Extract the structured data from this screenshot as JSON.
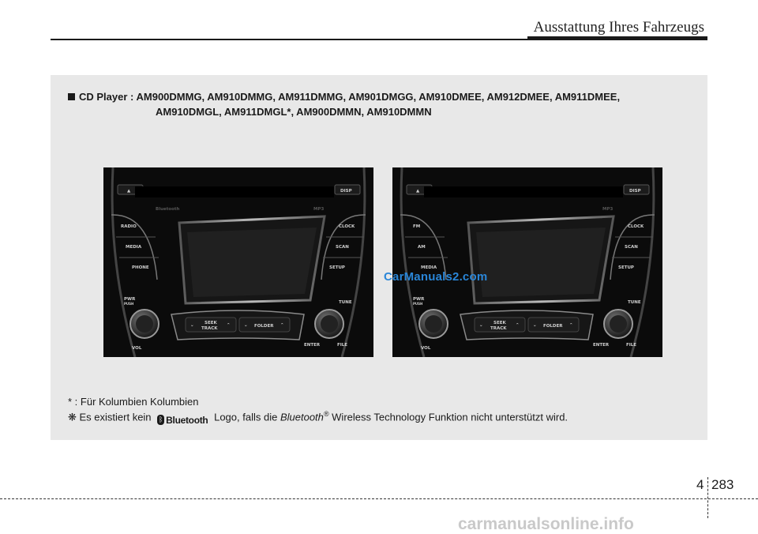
{
  "header": {
    "title": "Ausstattung Ihres Fahrzeugs"
  },
  "section": {
    "title_line1": "CD Player : AM900DMMG, AM910DMMG, AM911DMMG, AM901DMGG, AM910DMEE, AM912DMEE, AM911DMEE,",
    "title_line2": "AM910DMGL, AM911DMGL*, AM900DMMN, AM910DMMN"
  },
  "unit_left": {
    "buttons": {
      "eject": "▲",
      "disp": "DISP",
      "btn1": "RADIO",
      "btn2": "MEDIA",
      "btn3": "PHONE",
      "clock": "CLOCK",
      "scan": "SCAN",
      "setup": "SETUP",
      "pwr": "PWR",
      "push": "PUSH",
      "vol": "VOL",
      "tune": "TUNE",
      "enter": "ENTER",
      "file": "FILE",
      "seek": "SEEK",
      "track": "TRACK",
      "folder": "FOLDER",
      "bluetooth": "Bluetooth",
      "mp3": "MP3"
    }
  },
  "unit_right": {
    "buttons": {
      "eject": "▲",
      "disp": "DISP",
      "btn1": "FM",
      "btn2": "AM",
      "btn3": "MEDIA",
      "clock": "CLOCK",
      "scan": "SCAN",
      "setup": "SETUP",
      "pwr": "PWR",
      "push": "PUSH",
      "vol": "VOL",
      "tune": "TUNE",
      "enter": "ENTER",
      "file": "FILE",
      "seek": "SEEK",
      "track": "TRACK",
      "folder": "FOLDER",
      "mp3": "MP3"
    }
  },
  "watermark": "CarManuals2.com",
  "notes": {
    "footnote": "* : Für Kolumbien Kolumbien",
    "bt_prefix": "❋ Es existiert kein",
    "bt_logo_text": "Bluetooth",
    "bt_middle": "Logo, falls die",
    "bt_italic": "Bluetooth",
    "bt_reg": "®",
    "bt_suffix": "Wireless Technology Funktion nicht unterstützt wird."
  },
  "footer": {
    "chapter": "4",
    "page": "283",
    "site": "carmanualsonline.info"
  }
}
